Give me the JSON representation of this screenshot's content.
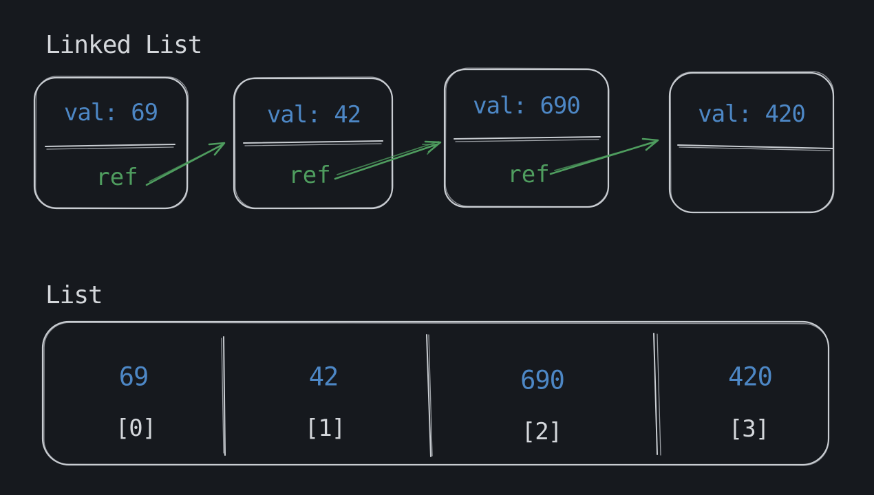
{
  "colors": {
    "background": "#16191e",
    "box_stroke": "#c9cdd2",
    "text_gray": "#d4d7db",
    "value_blue": "#4d87c5",
    "ref_green": "#4f9d5f"
  },
  "linked_list": {
    "title": "Linked List",
    "nodes": [
      {
        "val": "val: 69",
        "ref": "ref"
      },
      {
        "val": "val: 42",
        "ref": "ref"
      },
      {
        "val": "val: 690",
        "ref": "ref"
      },
      {
        "val": "val: 420",
        "ref": ""
      }
    ]
  },
  "list": {
    "title": "List",
    "cells": [
      {
        "value": "69",
        "index": "[0]"
      },
      {
        "value": "42",
        "index": "[1]"
      },
      {
        "value": "690",
        "index": "[2]"
      },
      {
        "value": "420",
        "index": "[3]"
      }
    ]
  }
}
